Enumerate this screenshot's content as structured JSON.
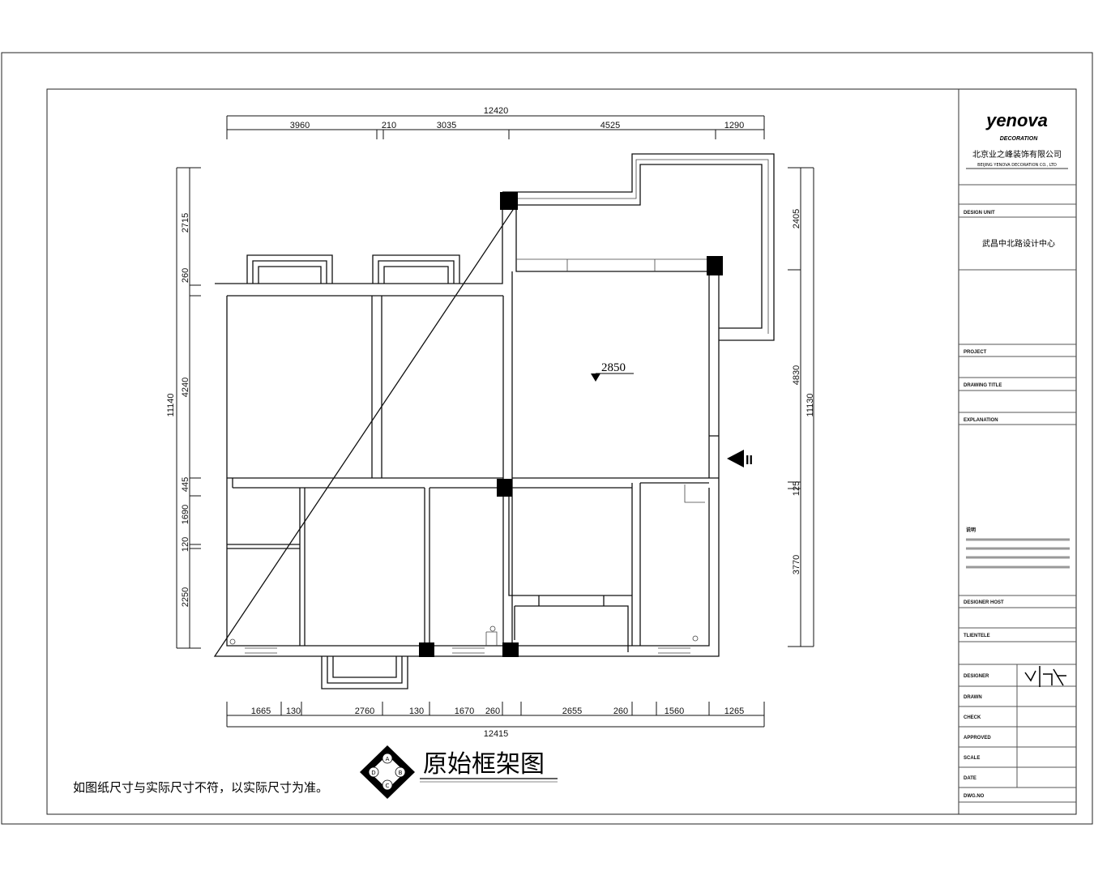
{
  "drawing": {
    "title": "原始框架图",
    "note": "如图纸尺寸与实际尺寸不符，以实际尺寸为准。",
    "compass_labels": [
      "A",
      "B",
      "C",
      "D"
    ],
    "elevation_mark": "2850",
    "section_mark": "II"
  },
  "dimensions": {
    "top_total": "12420",
    "top": [
      "3960",
      "210",
      "3035",
      "4525",
      "1290"
    ],
    "bottom_total": "12415",
    "bottom": [
      "1665",
      "130",
      "2760",
      "130",
      "1670",
      "260",
      "2655",
      "260",
      "1560",
      "1265"
    ],
    "left_total": "11140",
    "left": [
      "2715",
      "260",
      "4240",
      "445",
      "120",
      "1690",
      "2250"
    ],
    "right_total": "11130",
    "right": [
      "2405",
      "4830",
      "125",
      "3770"
    ]
  },
  "title_block": {
    "logo": "yenova",
    "logo_sub": "DECORATION",
    "company": "北京业之峰装饰有限公司",
    "company_en": "BEIJING YENOVA DECORATION CO., LTD",
    "design_center": "武昌中北路设计中心",
    "rows": {
      "design_unit": "DESIGN UNIT",
      "project": "PROJECT",
      "drawing_title": "DRAWING TITLE",
      "explanation": "EXPLANATION",
      "notes_heading": "说明",
      "designer_host": "DESIGNER HOST",
      "tlientele": "TLIENTELE",
      "designer": "DESIGNER",
      "drawn": "DRAWN",
      "check": "CHECK",
      "approved": "APPROVED",
      "scale": "SCALE",
      "date": "DATE",
      "dwg_no": "DWG.NO"
    }
  }
}
